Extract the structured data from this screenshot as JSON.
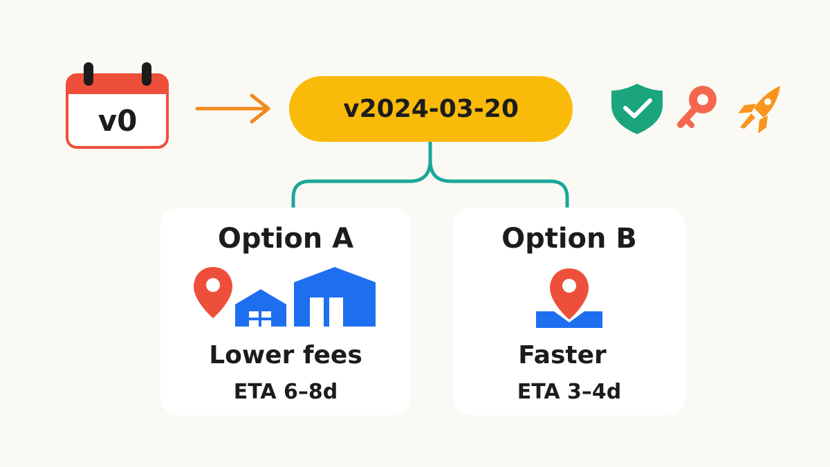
{
  "colors": {
    "background": "#FBF9F4",
    "calendar_red": "#EE4F3A",
    "arrow_orange": "#F28A1E",
    "pill_yellow": "#F9BA0A",
    "connector_teal": "#1AA79A",
    "shield_green": "#1BA57C",
    "key_coral": "#F4674F",
    "rocket_orange": "#F9951E",
    "pin_red": "#EE4F3A",
    "building_blue": "#1D6FF0",
    "text_dark": "#1C1C1C"
  },
  "start": {
    "label": "v0",
    "icon": "calendar-icon"
  },
  "version": {
    "label": "v2024-03-20"
  },
  "status_icons": [
    "shield-check-icon",
    "key-icon",
    "rocket-icon"
  ],
  "options": [
    {
      "title": "Option A",
      "benefit": "Lower fees",
      "eta": "ETA 6–8d",
      "icons": [
        "map-pin-icon",
        "small-warehouse-icon",
        "large-warehouse-icon"
      ]
    },
    {
      "title": "Option B",
      "benefit": "Faster",
      "eta": "ETA 3–4d",
      "icons": [
        "map-pin-icon",
        "location-base-icon"
      ]
    }
  ]
}
